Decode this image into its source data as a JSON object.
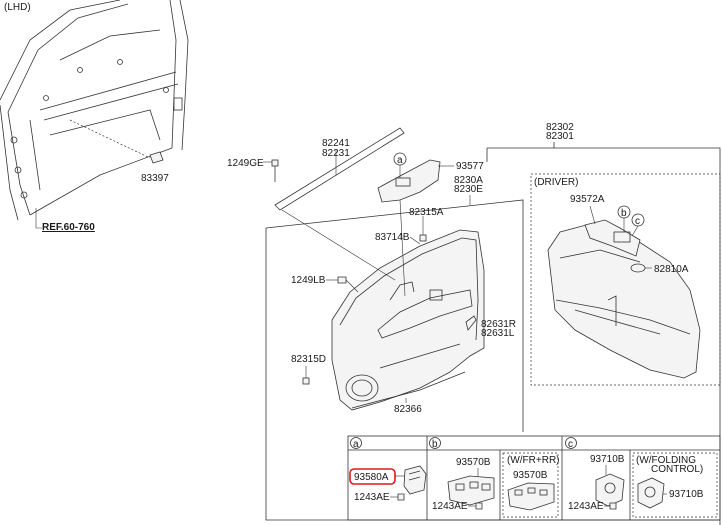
{
  "header": {
    "note": "(LHD)"
  },
  "reference": {
    "text": "REF.60-760"
  },
  "callouts": {
    "door_frame_plug": "83397",
    "trim_clip_a": "82241",
    "trim_clip_b": "82231",
    "bolt_top": "1249GE",
    "switch_bezel": "93577",
    "panel_assy_a": "82302",
    "panel_assy_b": "82301",
    "panel_a": "8230A",
    "panel_b": "8230E",
    "clip_top": "82315A",
    "grip_bracket": "83714B",
    "screw_left": "1249LB",
    "reflector_a": "82631R",
    "reflector_b": "82631L",
    "clip_bottom": "82315D",
    "bottom_trim": "82366",
    "driver_switch_bezel": "93572A",
    "driver_grommet": "82810A"
  },
  "driver_box": {
    "title": "(DRIVER)"
  },
  "markers": {
    "a": "a",
    "b": "b",
    "c": "c"
  },
  "detail_a": {
    "tag": "a",
    "switch": "93580A",
    "screw": "1243AE"
  },
  "detail_b": {
    "tag": "b",
    "switch": "93570B",
    "screw": "1243AE",
    "variant_title": "(W/FR+RR)",
    "variant_switch": "93570B"
  },
  "detail_c": {
    "tag": "c",
    "switch": "93710B",
    "screw": "1243AE",
    "variant_title_1": "(W/FOLDING",
    "variant_title_2": "CONTROL)",
    "variant_switch": "93710B"
  },
  "colors": {
    "highlight": "#e01818",
    "line": "#333333"
  }
}
